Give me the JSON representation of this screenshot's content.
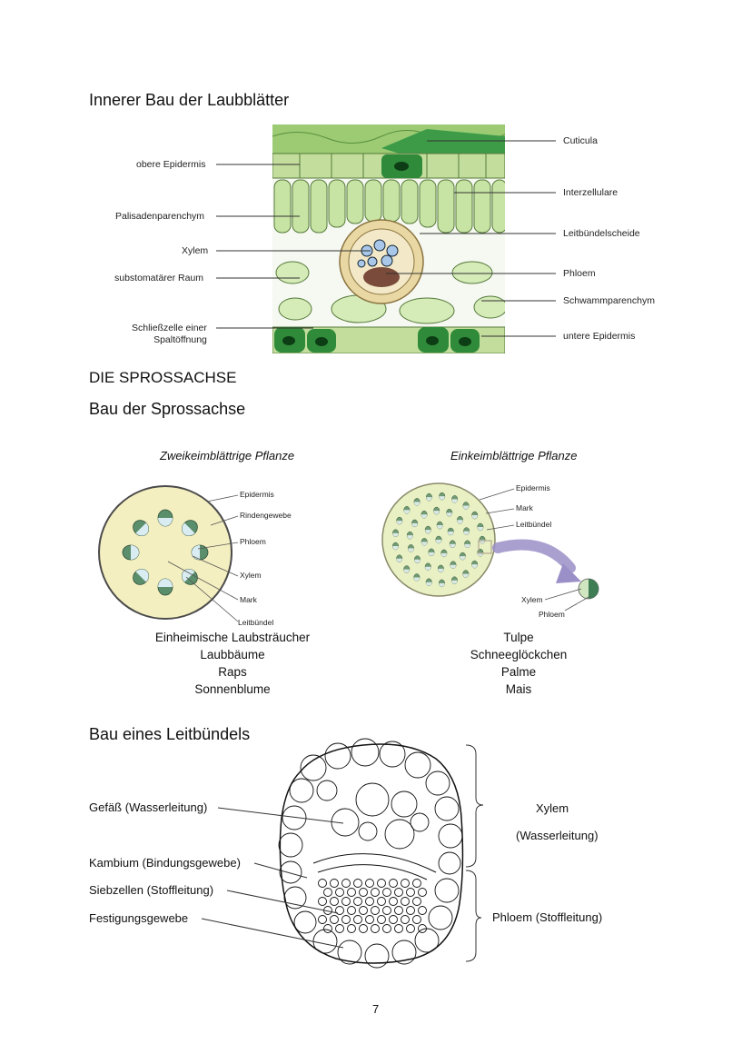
{
  "headings": {
    "leaf": "Innerer Bau der Laubblätter",
    "sprossachse_caps": "DIE SPROSSACHSE",
    "sprossachse": "Bau der Sprossachse",
    "leitbuendel": "Bau eines Leitbündels"
  },
  "leaf_labels_left": {
    "obere_epidermis": "obere Epidermis",
    "palisaden": "Palisadenparenchym",
    "xylem": "Xylem",
    "substomatar": "substomatärer Raum",
    "schliesszelle_1": "Schließzelle einer",
    "schliesszelle_2": "Spaltöffnung"
  },
  "leaf_labels_right": {
    "cuticula": "Cuticula",
    "interzellulare": "Interzellulare",
    "leitbuendelscheide": "Leitbündelscheide",
    "phloem": "Phloem",
    "schwammparenchym": "Schwammparenchym",
    "untere_epidermis": "untere Epidermis"
  },
  "dicot": {
    "title": "Zweikeimblättrige Pflanze",
    "labels": {
      "epidermis": "Epidermis",
      "rindengewebe": "Rindengewebe",
      "phloem": "Phloem",
      "xylem": "Xylem",
      "mark": "Mark",
      "leitbuendel": "Leitbündel"
    },
    "examples": [
      "Einheimische Laubsträucher",
      "Laubbäume",
      "Raps",
      "Sonnenblume"
    ]
  },
  "monocot": {
    "title": "Einkeimblättrige Pflanze",
    "labels": {
      "epidermis": "Epidermis",
      "mark": "Mark",
      "leitbuendel": "Leitbündel",
      "xylem": "Xylem",
      "phloem": "Phloem"
    },
    "examples": [
      "Tulpe",
      "Schneeglöckchen",
      "Palme",
      "Mais"
    ]
  },
  "bundle_labels": {
    "gefaess": "Gefäß (Wasserleitung)",
    "kambium": "Kambium (Bindungsgewebe)",
    "siebzellen": "Siebzellen (Stoffleitung)",
    "festigung": "Festigungsgewebe",
    "xylem": "Xylem",
    "xylem_sub": "(Wasserleitung)",
    "phloem": "Phloem (Stoffleitung)"
  },
  "page_number": "7",
  "colors": {
    "leaf_green_light": "#b9dc8f",
    "leaf_green_dark": "#2f8a3a",
    "dicot_fill": "#f4efc0",
    "monocot_fill": "#e8f0c4",
    "arrow": "#9b8fc7"
  }
}
